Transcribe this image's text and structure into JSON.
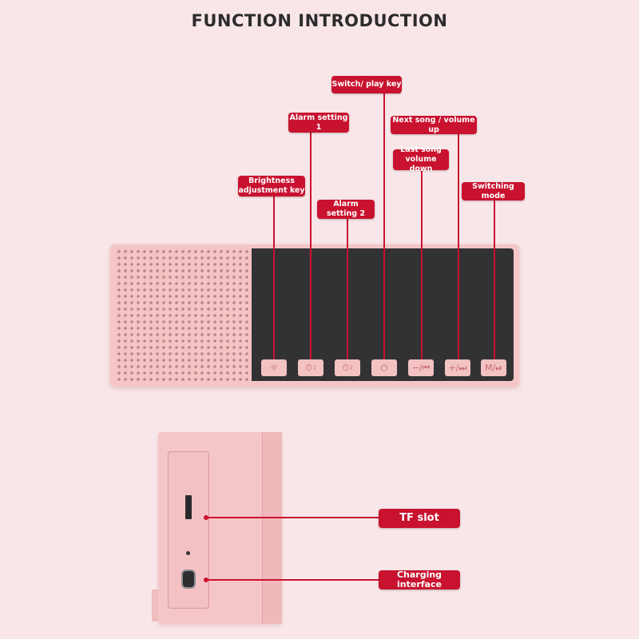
{
  "title": "FUNCTION INTRODUCTION",
  "callouts": {
    "switch_play": "Switch/ play key",
    "alarm1": "Alarm setting 1",
    "next_song": "Next song / volume up",
    "last_song_l1": "Last song",
    "last_song_l2": "volume down",
    "brightness_l1": "Brightness",
    "brightness_l2": "adjustment key",
    "alarm2": "Alarm setting 2",
    "switching_mode": "Switching mode",
    "tf_slot": "TF slot",
    "charging": "Charging interface"
  },
  "keys": {
    "brightness": "☼",
    "alarm1": "⏱",
    "alarm1_sup": "1",
    "alarm2": "⏱",
    "alarm2_sup": "2",
    "power": "⏻",
    "prev": "−/⏮",
    "next": "+/⏭",
    "mode": "M/⏯"
  },
  "icons": [
    "brightness-icon",
    "alarm-clock-icon",
    "power-icon",
    "previous-track-icon",
    "next-track-icon",
    "mode-play-pause-icon"
  ],
  "colors": {
    "background": "#f9e6e8",
    "accent": "#c9122f",
    "body": "#f4c6c7",
    "panel": "#323234"
  }
}
